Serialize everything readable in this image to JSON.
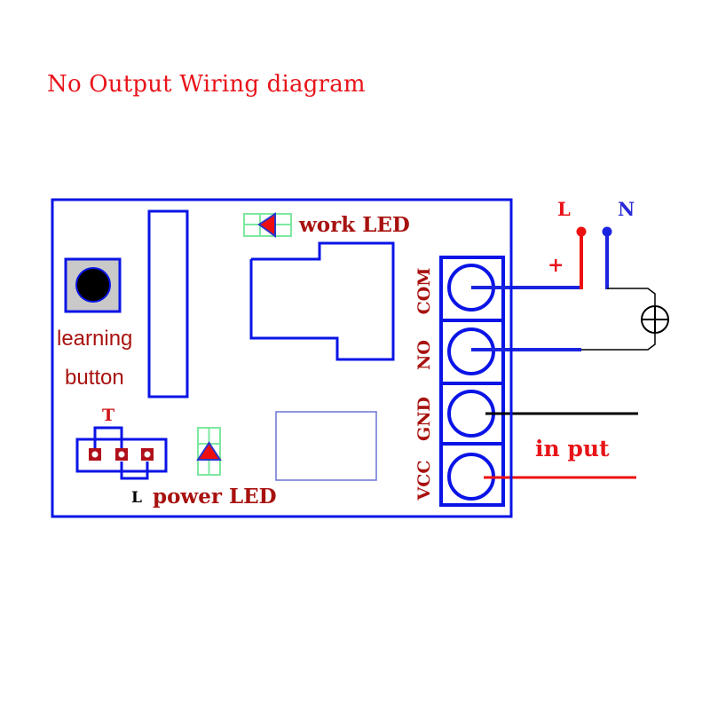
{
  "title": "No Output Wiring diagram",
  "colors": {
    "board_outline": "#0a14e6",
    "label_dark_red": "#a8120f",
    "label_red": "#e8141a",
    "wire_red": "#ee1111",
    "wire_blue": "#1a24e0",
    "wire_black": "#000000",
    "led_grid": "#7ee8a0",
    "led_triangle": "#ee0e0e",
    "button_fill": "#c9c9c9",
    "n_label": "#2a2ad8"
  },
  "board": {
    "learning_button": {
      "label_line1": "learning",
      "label_line2": "button"
    },
    "work_led": {
      "label": "work LED"
    },
    "power_led": {
      "label": "power LED"
    },
    "jumper": {
      "top_label": "T",
      "bottom_label": "L",
      "pins": 3
    },
    "terminals": [
      {
        "label": "COM"
      },
      {
        "label": "NO"
      },
      {
        "label": "GND"
      },
      {
        "label": "VCC"
      }
    ]
  },
  "external": {
    "line_label": "L",
    "neutral_label": "N",
    "plus_label": "+",
    "input_label": "in put",
    "load_symbol": "lamp"
  }
}
